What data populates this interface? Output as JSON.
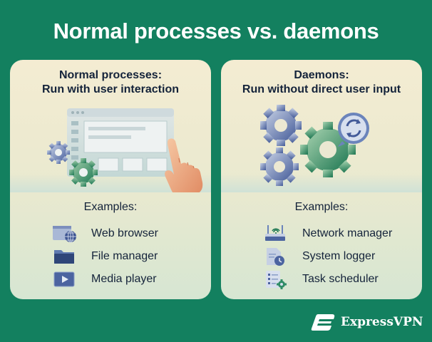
{
  "title": "Normal processes vs. daemons",
  "left_card": {
    "heading_line1": "Normal processes:",
    "heading_line2": "Run with user interaction",
    "examples_label": "Examples:",
    "examples": [
      {
        "label": "Web browser",
        "icon": "web-browser-icon"
      },
      {
        "label": "File manager",
        "icon": "folder-icon"
      },
      {
        "label": "Media player",
        "icon": "play-icon"
      }
    ]
  },
  "right_card": {
    "heading_line1": "Daemons:",
    "heading_line2": "Run without direct user input",
    "examples_label": "Examples:",
    "examples": [
      {
        "label": "Network manager",
        "icon": "router-icon"
      },
      {
        "label": "System logger",
        "icon": "log-file-icon"
      },
      {
        "label": "Task scheduler",
        "icon": "task-list-icon"
      }
    ]
  },
  "brand": {
    "name": "ExpressVPN"
  },
  "colors": {
    "background": "#13805f",
    "card": "#f4ecd2",
    "text": "#14233a",
    "gear_green": "#2f8c66",
    "gear_blue": "#5a74a8"
  }
}
